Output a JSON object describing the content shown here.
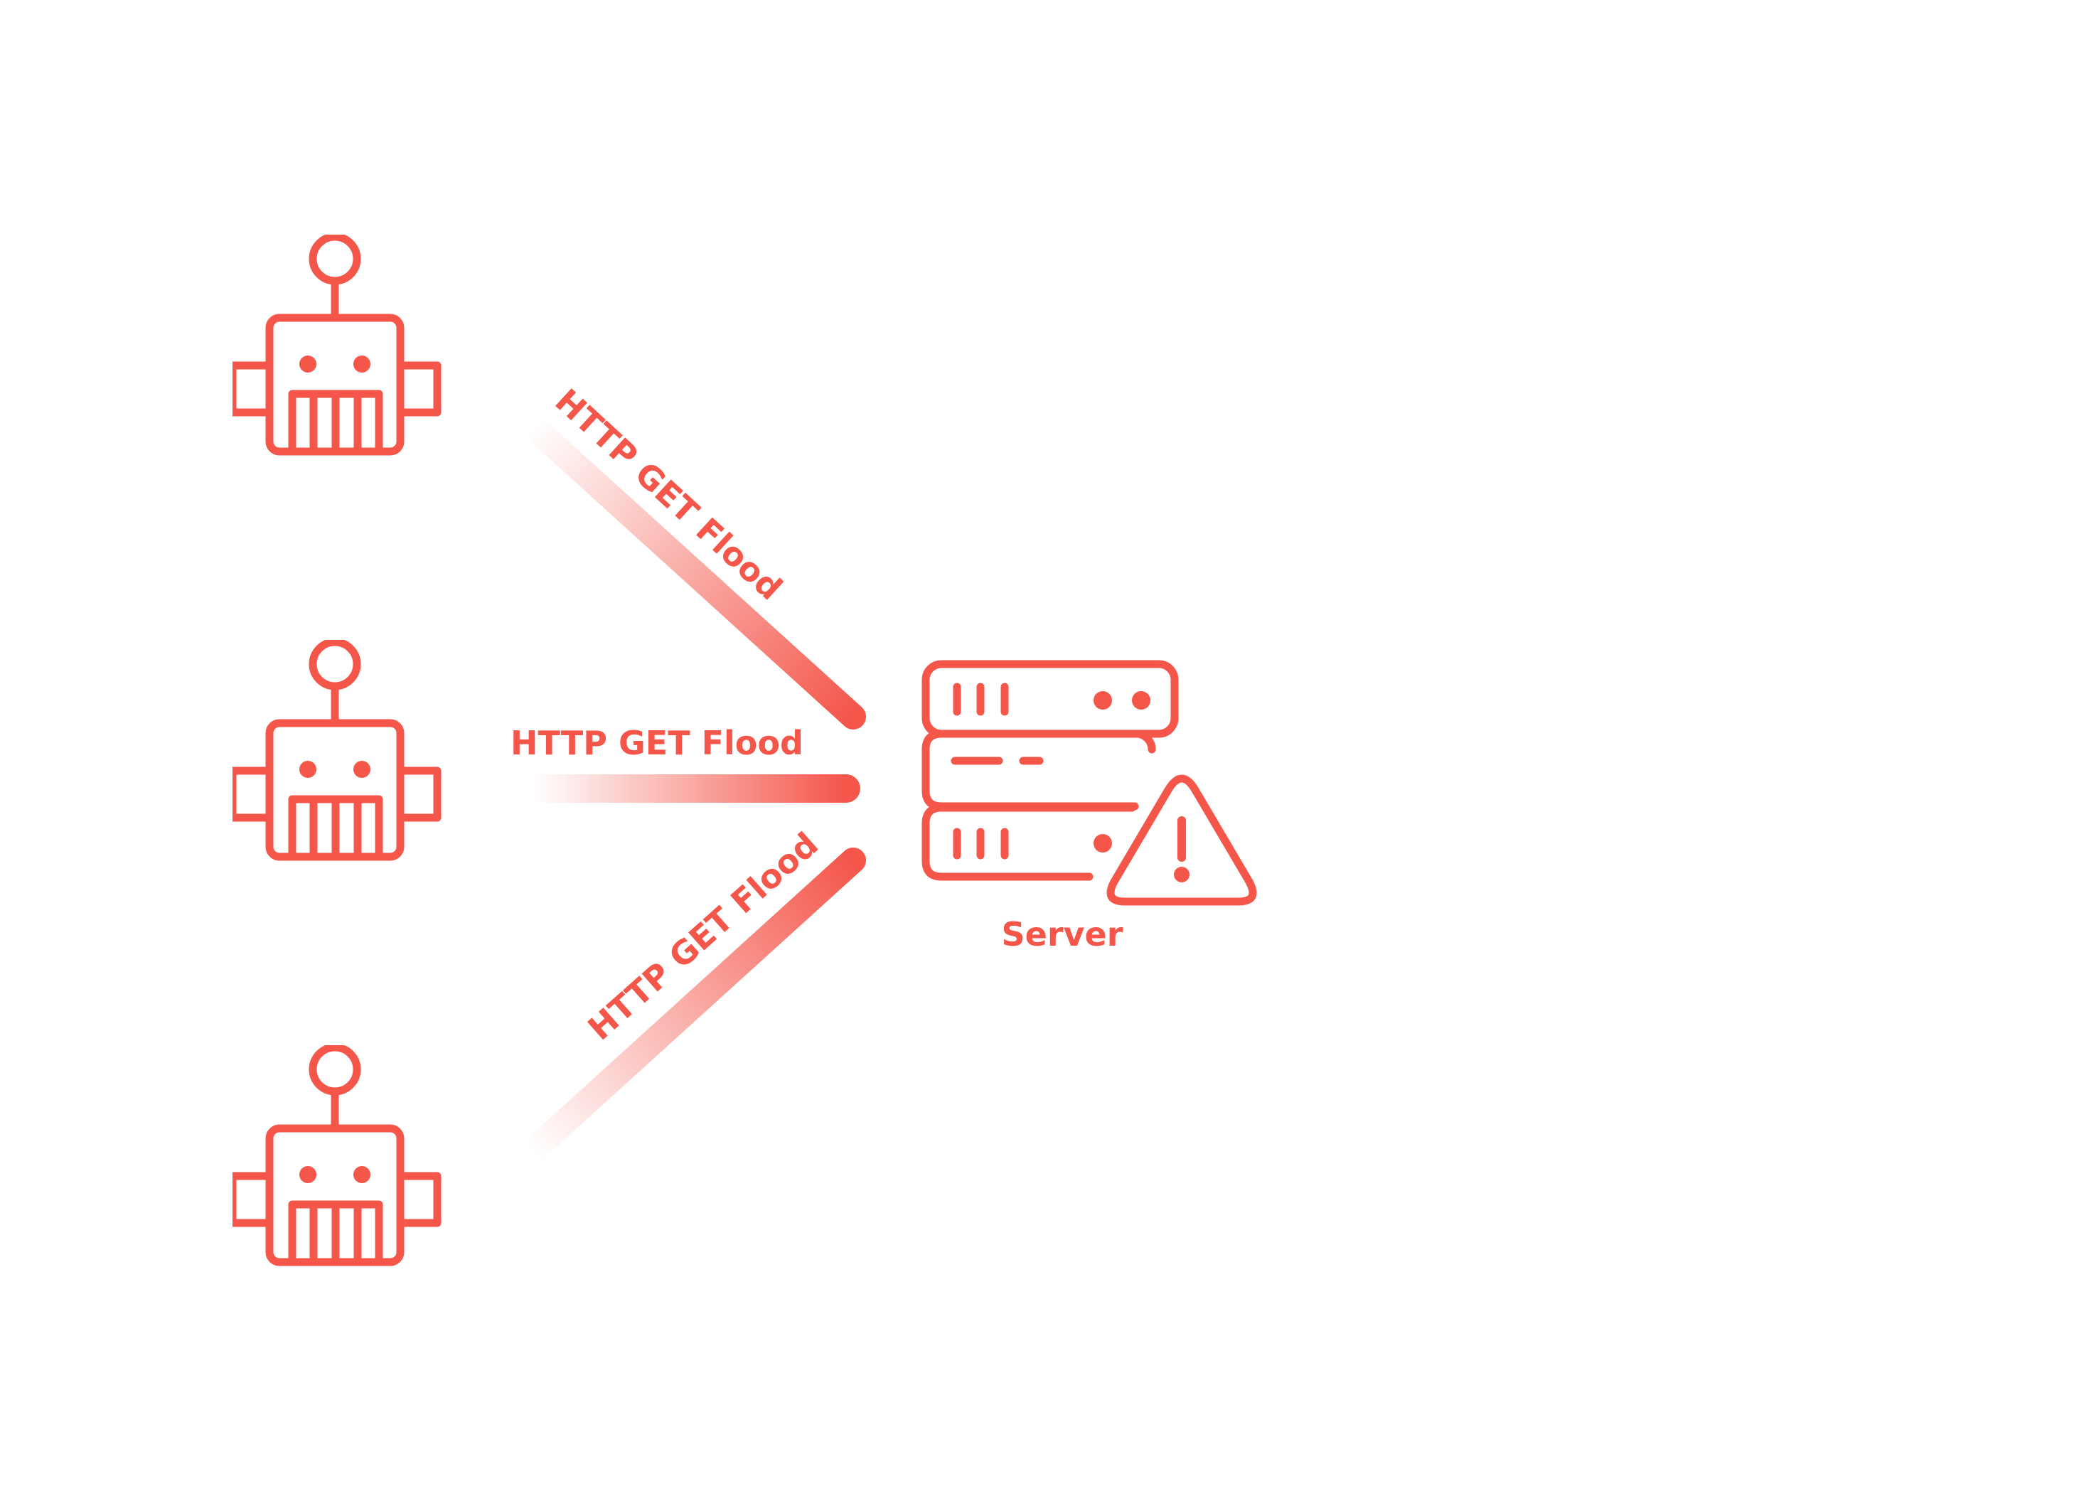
{
  "colors": {
    "accent": "#f4564a",
    "background": "#ffffff"
  },
  "bots": [
    {
      "icon": "robot-icon"
    },
    {
      "icon": "robot-icon"
    },
    {
      "icon": "robot-icon"
    }
  ],
  "flows": [
    {
      "label": "HTTP GET Flood"
    },
    {
      "label": "HTTP GET Flood"
    },
    {
      "label": "HTTP GET Flood"
    }
  ],
  "server": {
    "label": "Server",
    "icon": "server-icon",
    "warning_icon": "warning-icon"
  }
}
